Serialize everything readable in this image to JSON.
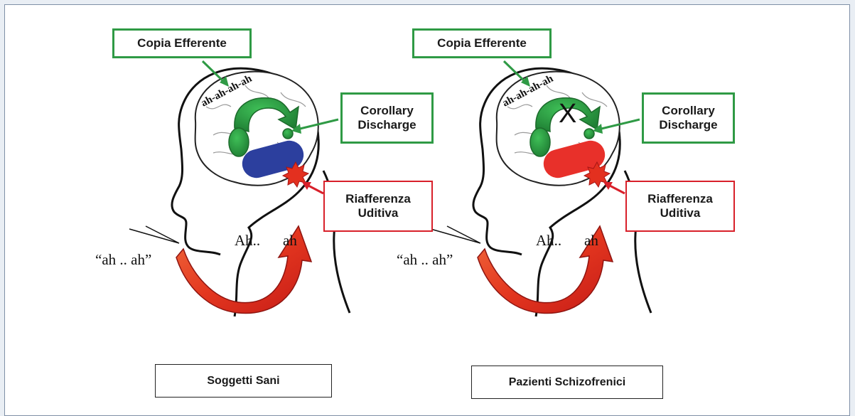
{
  "panels": [
    {
      "caption": "Soggetti Sani",
      "efference_copy_label": "Copia Efferente",
      "corollary_discharge_label_line1": "Corollary",
      "corollary_discharge_label_line2": "Discharge",
      "auditory_reafference_label_line1": "Riafferenza",
      "auditory_reafference_label_line2": "Uditiva",
      "speech_external": "“ah .. ah”",
      "speech_internal_1": "Ah..",
      "speech_internal_2": "ah",
      "head_script": "ah-ah-ah-ah",
      "auditory_cortex_color": "#2c3f9e"
    },
    {
      "caption": "Pazienti Schizofrenici",
      "efference_copy_label": "Copia Efferente",
      "corollary_discharge_label_line1": "Corollary",
      "corollary_discharge_label_line2": "Discharge",
      "auditory_reafference_label_line1": "Riafferenza",
      "auditory_reafference_label_line2": "Uditiva",
      "speech_external": "“ah .. ah”",
      "speech_internal_1": "Ah..",
      "speech_internal_2": "ah",
      "head_script": "ah-ah-ah-ah",
      "auditory_cortex_color": "#e8302a",
      "blocked_marker": "X"
    }
  ],
  "colors": {
    "green": "#2f9a45",
    "red": "#d8202a",
    "arrow_red": "#d8261f",
    "frame_border": "#7f8fa6"
  }
}
